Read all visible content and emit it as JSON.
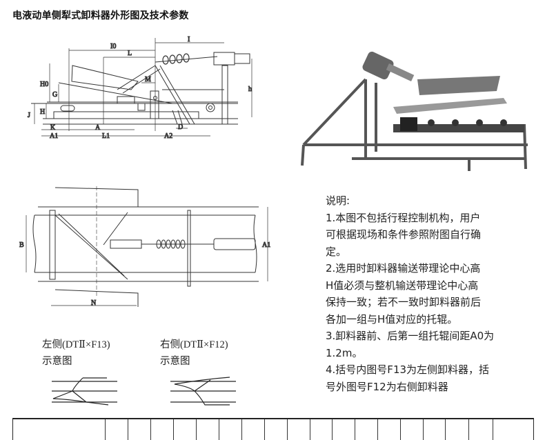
{
  "title": "电液动单侧犁式卸料器外形图及技术参数",
  "elevation_labels": {
    "I0": "I0",
    "L": "L",
    "I": "I",
    "H0": "H0",
    "G": "G",
    "H": "H",
    "J": "J",
    "K": "K",
    "A1": "A1",
    "A": "A",
    "L1": "L1",
    "A2": "A2",
    "M": "M",
    "D": "D",
    "h": "h"
  },
  "plan_labels": {
    "B": "B",
    "A1": "A1",
    "N": "N"
  },
  "notes": {
    "heading": "说明:",
    "lines": [
      "1.本图不包括行程控制机构，用户",
      "可根据现场和条件参照附图自行确",
      "定。",
      "2.选用时卸料器输送带理论中心高",
      "H值必须与整机输送带理论中心高",
      "保持一致；若不一致时卸料器前后",
      "各加一组与H值对应的托辊。",
      "3.卸料器前、后第一组托辊间距A0为",
      "1.2m。",
      "4.括号内图号F13为左侧卸料器，括",
      "号外图号F12为右侧卸料器"
    ]
  },
  "schematics": {
    "left": {
      "line1": "左侧(DTⅡ×F13)",
      "line2": "示意图"
    },
    "right": {
      "line1": "右侧(DTⅡ×F12)",
      "line2": "示意图"
    }
  }
}
